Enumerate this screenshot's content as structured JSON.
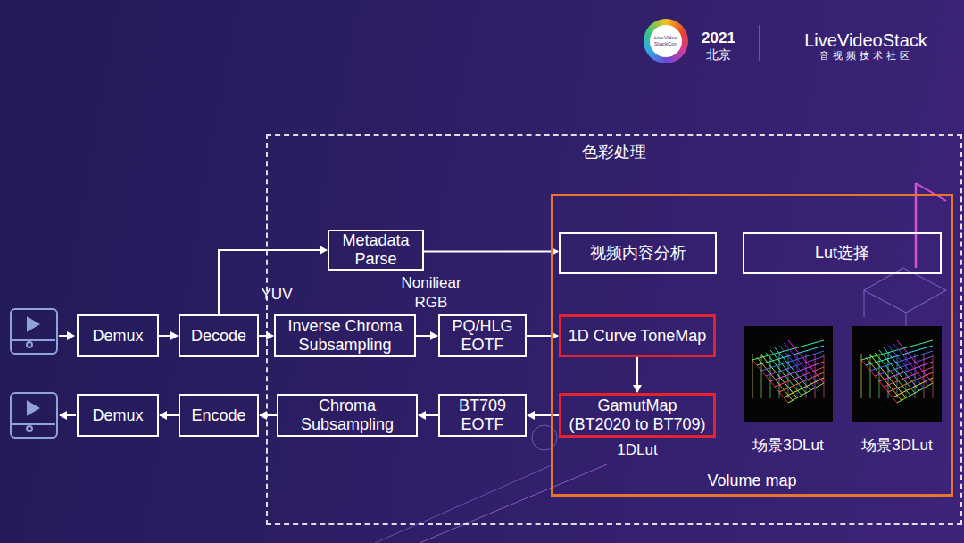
{
  "diagram": {
    "nodes": [
      {
        "text": [
          "色彩处理"
        ]
      },
      {
        "text": [
          "Demux"
        ]
      },
      {
        "text": [
          "Decode"
        ]
      },
      {
        "text": [
          "Metadata Parse"
        ],
        "in": 0
      },
      {
        "text": [
          "Inverse Chroma Subsampling"
        ],
        "in": 0
      },
      {
        "text": [
          "PQ/HLG EOTF"
        ],
        "in": 0
      },
      {
        "text": [
          "Volume map"
        ],
        "in": 0
      },
      {
        "text": [
          "视频内容分析"
        ],
        "in": 6
      },
      {
        "text": [
          "Lut选择"
        ],
        "in": 6
      },
      {
        "text": [
          "1D Curve ToneMap"
        ],
        "in": 6
      },
      {
        "text": [
          "GamutMap (BT2020 to BT709)"
        ],
        "in": 6
      },
      {
        "text": [
          "BT709 EOTF"
        ],
        "in": 0
      },
      {
        "text": [
          "Chroma Subsampling"
        ],
        "in": 0
      },
      {
        "text": [
          "Encode"
        ]
      },
      {
        "text": [
          "Demux"
        ]
      }
    ],
    "edges": [
      {
        "from": 1,
        "to": 2,
        "arrow": "to"
      },
      {
        "from": 2,
        "to": 3,
        "arrow": "to"
      },
      {
        "from": 2,
        "to": 4,
        "arrow": "to"
      },
      {
        "from": 3,
        "to": 7,
        "arrow": "to"
      },
      {
        "from": 4,
        "to": 5,
        "arrow": "to"
      },
      {
        "from": 5,
        "to": 9,
        "arrow": "to"
      },
      {
        "from": 9,
        "to": 10,
        "arrow": "to"
      },
      {
        "from": 10,
        "to": 11,
        "arrow": "to"
      },
      {
        "from": 11,
        "to": 12,
        "arrow": "to"
      },
      {
        "from": 12,
        "to": 13,
        "arrow": "to"
      },
      {
        "from": 13,
        "to": 14,
        "arrow": "to"
      }
    ],
    "labels": [
      "LiveVideo StackCon",
      "2021",
      "北京",
      "LiveVideoStack",
      "音视频技术社区",
      "YUV",
      "Noniliear RGB",
      "1DLut",
      "场景3DLut",
      "场景3DLut"
    ]
  }
}
